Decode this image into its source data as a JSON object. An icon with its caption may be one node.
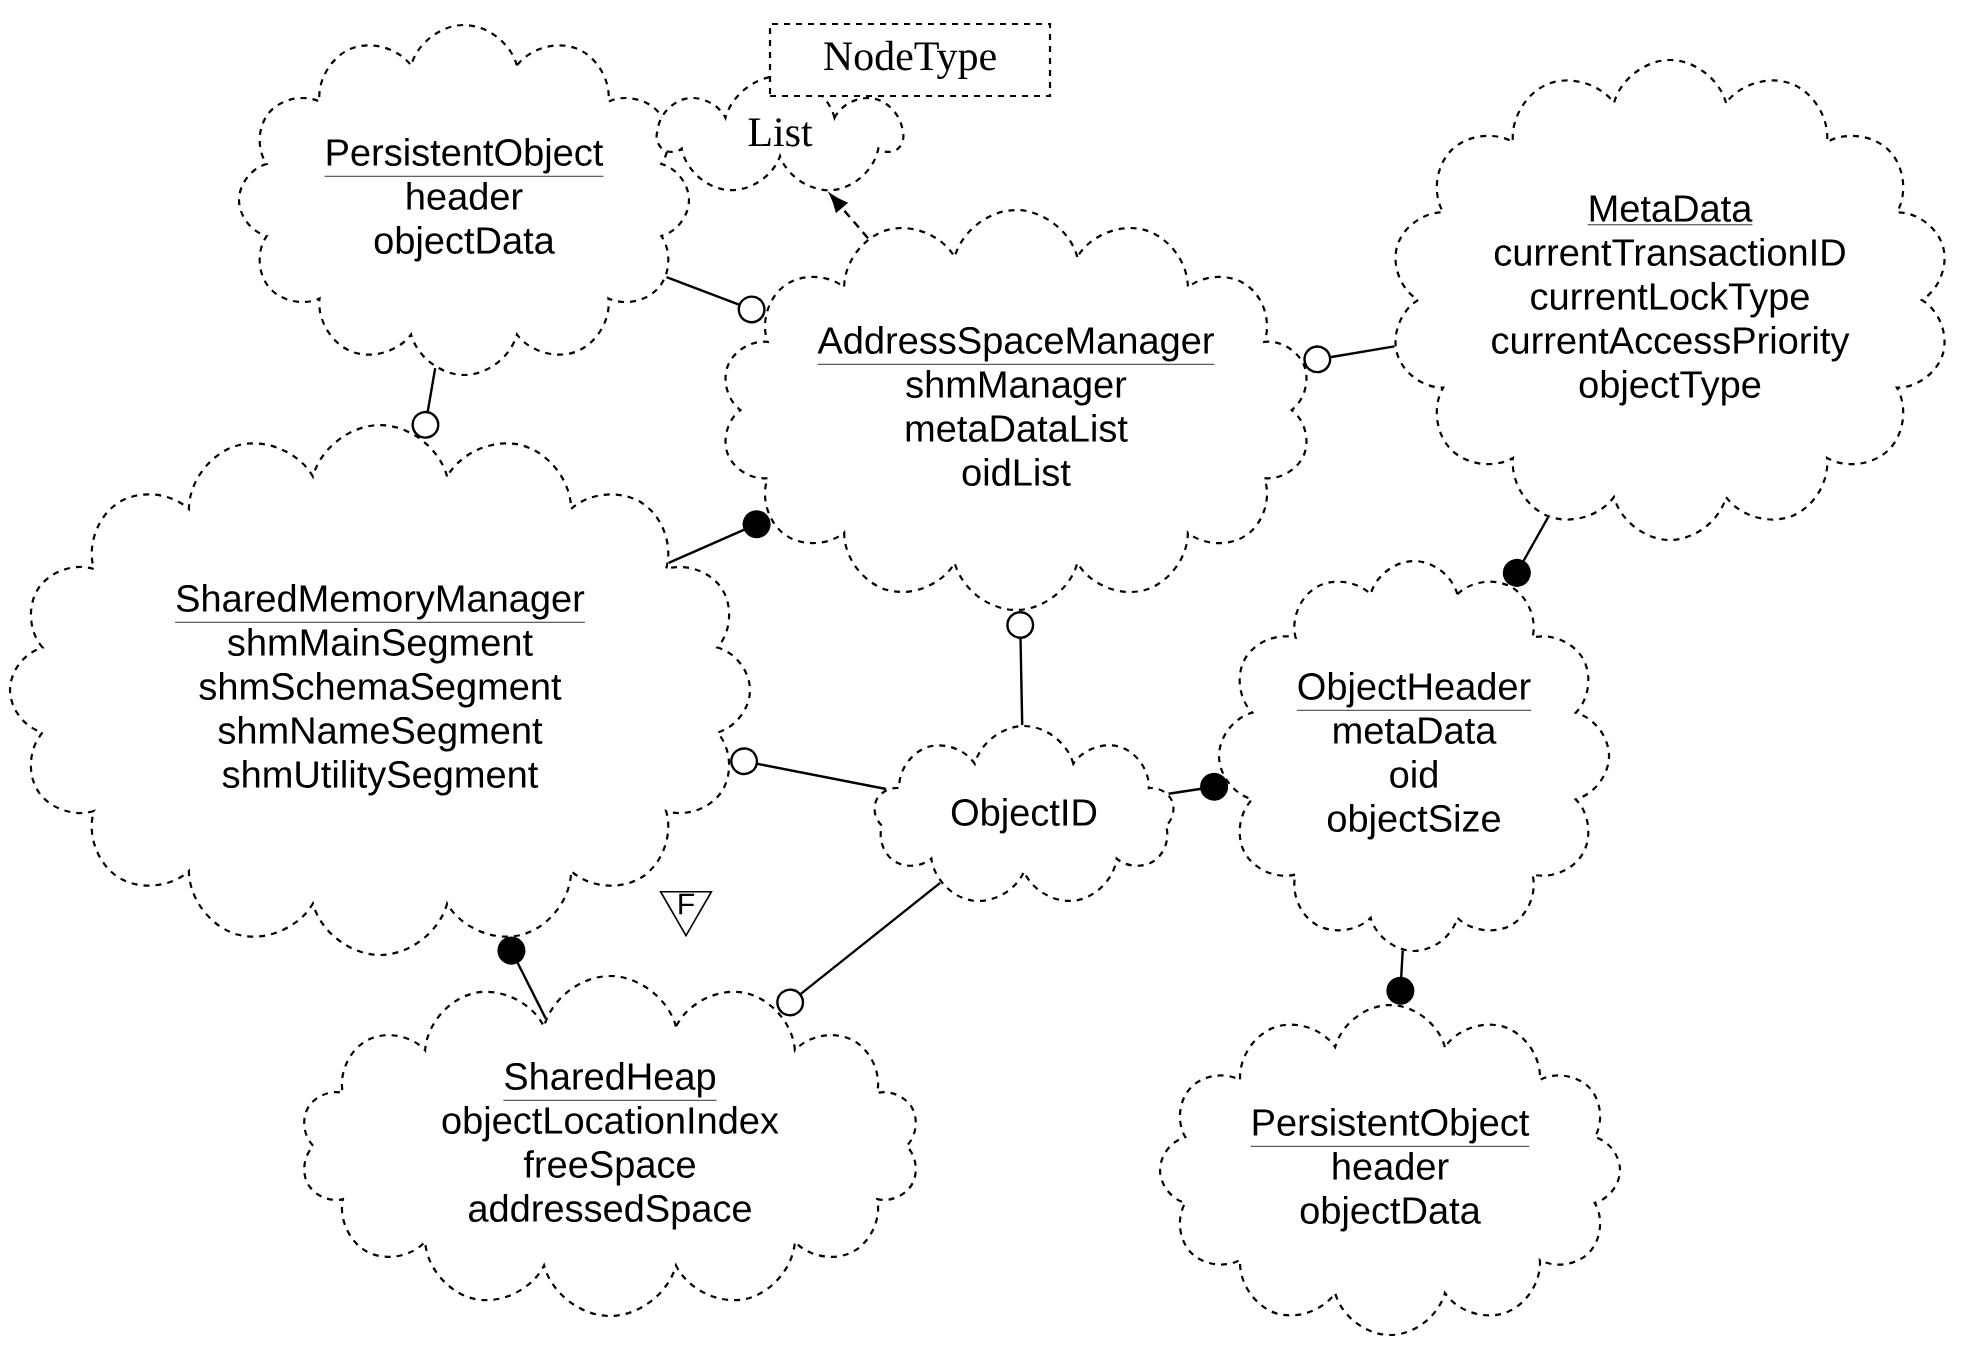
{
  "diagram": {
    "nodes": [
      {
        "text": [
          "PersistentObject",
          "header",
          "objectData"
        ]
      },
      {
        "text": [
          "List"
        ]
      },
      {
        "text": [
          "NodeType"
        ]
      },
      {
        "text": [
          "AddressSpaceManager",
          "shmManager",
          "metaDataList",
          "oidList"
        ]
      },
      {
        "text": [
          "MetaData",
          "currentTransactionID",
          "currentLockType",
          "currentAccessPriority",
          "objectType"
        ]
      },
      {
        "text": [
          "SharedMemoryManager",
          "shmMainSegment",
          "shmSchemaSegment",
          "shmNameSegment",
          "shmUtilitySegment"
        ]
      },
      {
        "text": [
          "ObjectID"
        ]
      },
      {
        "text": [
          "ObjectHeader",
          "metaData",
          "oid",
          "objectSize"
        ]
      },
      {
        "text": [
          "SharedHeap",
          "objectLocationIndex",
          "freeSpace",
          "addressedSpace"
        ]
      },
      {
        "text": [
          "PersistentObject",
          "header",
          "objectData"
        ]
      }
    ],
    "edges": [
      {
        "from": 0,
        "to": 3,
        "arrow": "other"
      },
      {
        "from": 3,
        "to": 1,
        "arrow": "to",
        "style": "dashed"
      },
      {
        "from": 0,
        "to": 5,
        "arrow": "other"
      },
      {
        "from": 4,
        "to": 3,
        "arrow": "other"
      },
      {
        "from": 5,
        "to": 3,
        "arrow": "other"
      },
      {
        "from": 4,
        "to": 7,
        "arrow": "other"
      },
      {
        "from": 6,
        "to": 5,
        "arrow": "other"
      },
      {
        "from": 6,
        "to": 3,
        "arrow": "other"
      },
      {
        "from": 6,
        "to": 7,
        "arrow": "other"
      },
      {
        "from": 8,
        "to": 5,
        "arrow": "other"
      },
      {
        "from": 6,
        "to": 8,
        "arrow": "other"
      },
      {
        "from": 7,
        "to": 9,
        "arrow": "other"
      }
    ],
    "labels": [
      "F"
    ]
  }
}
